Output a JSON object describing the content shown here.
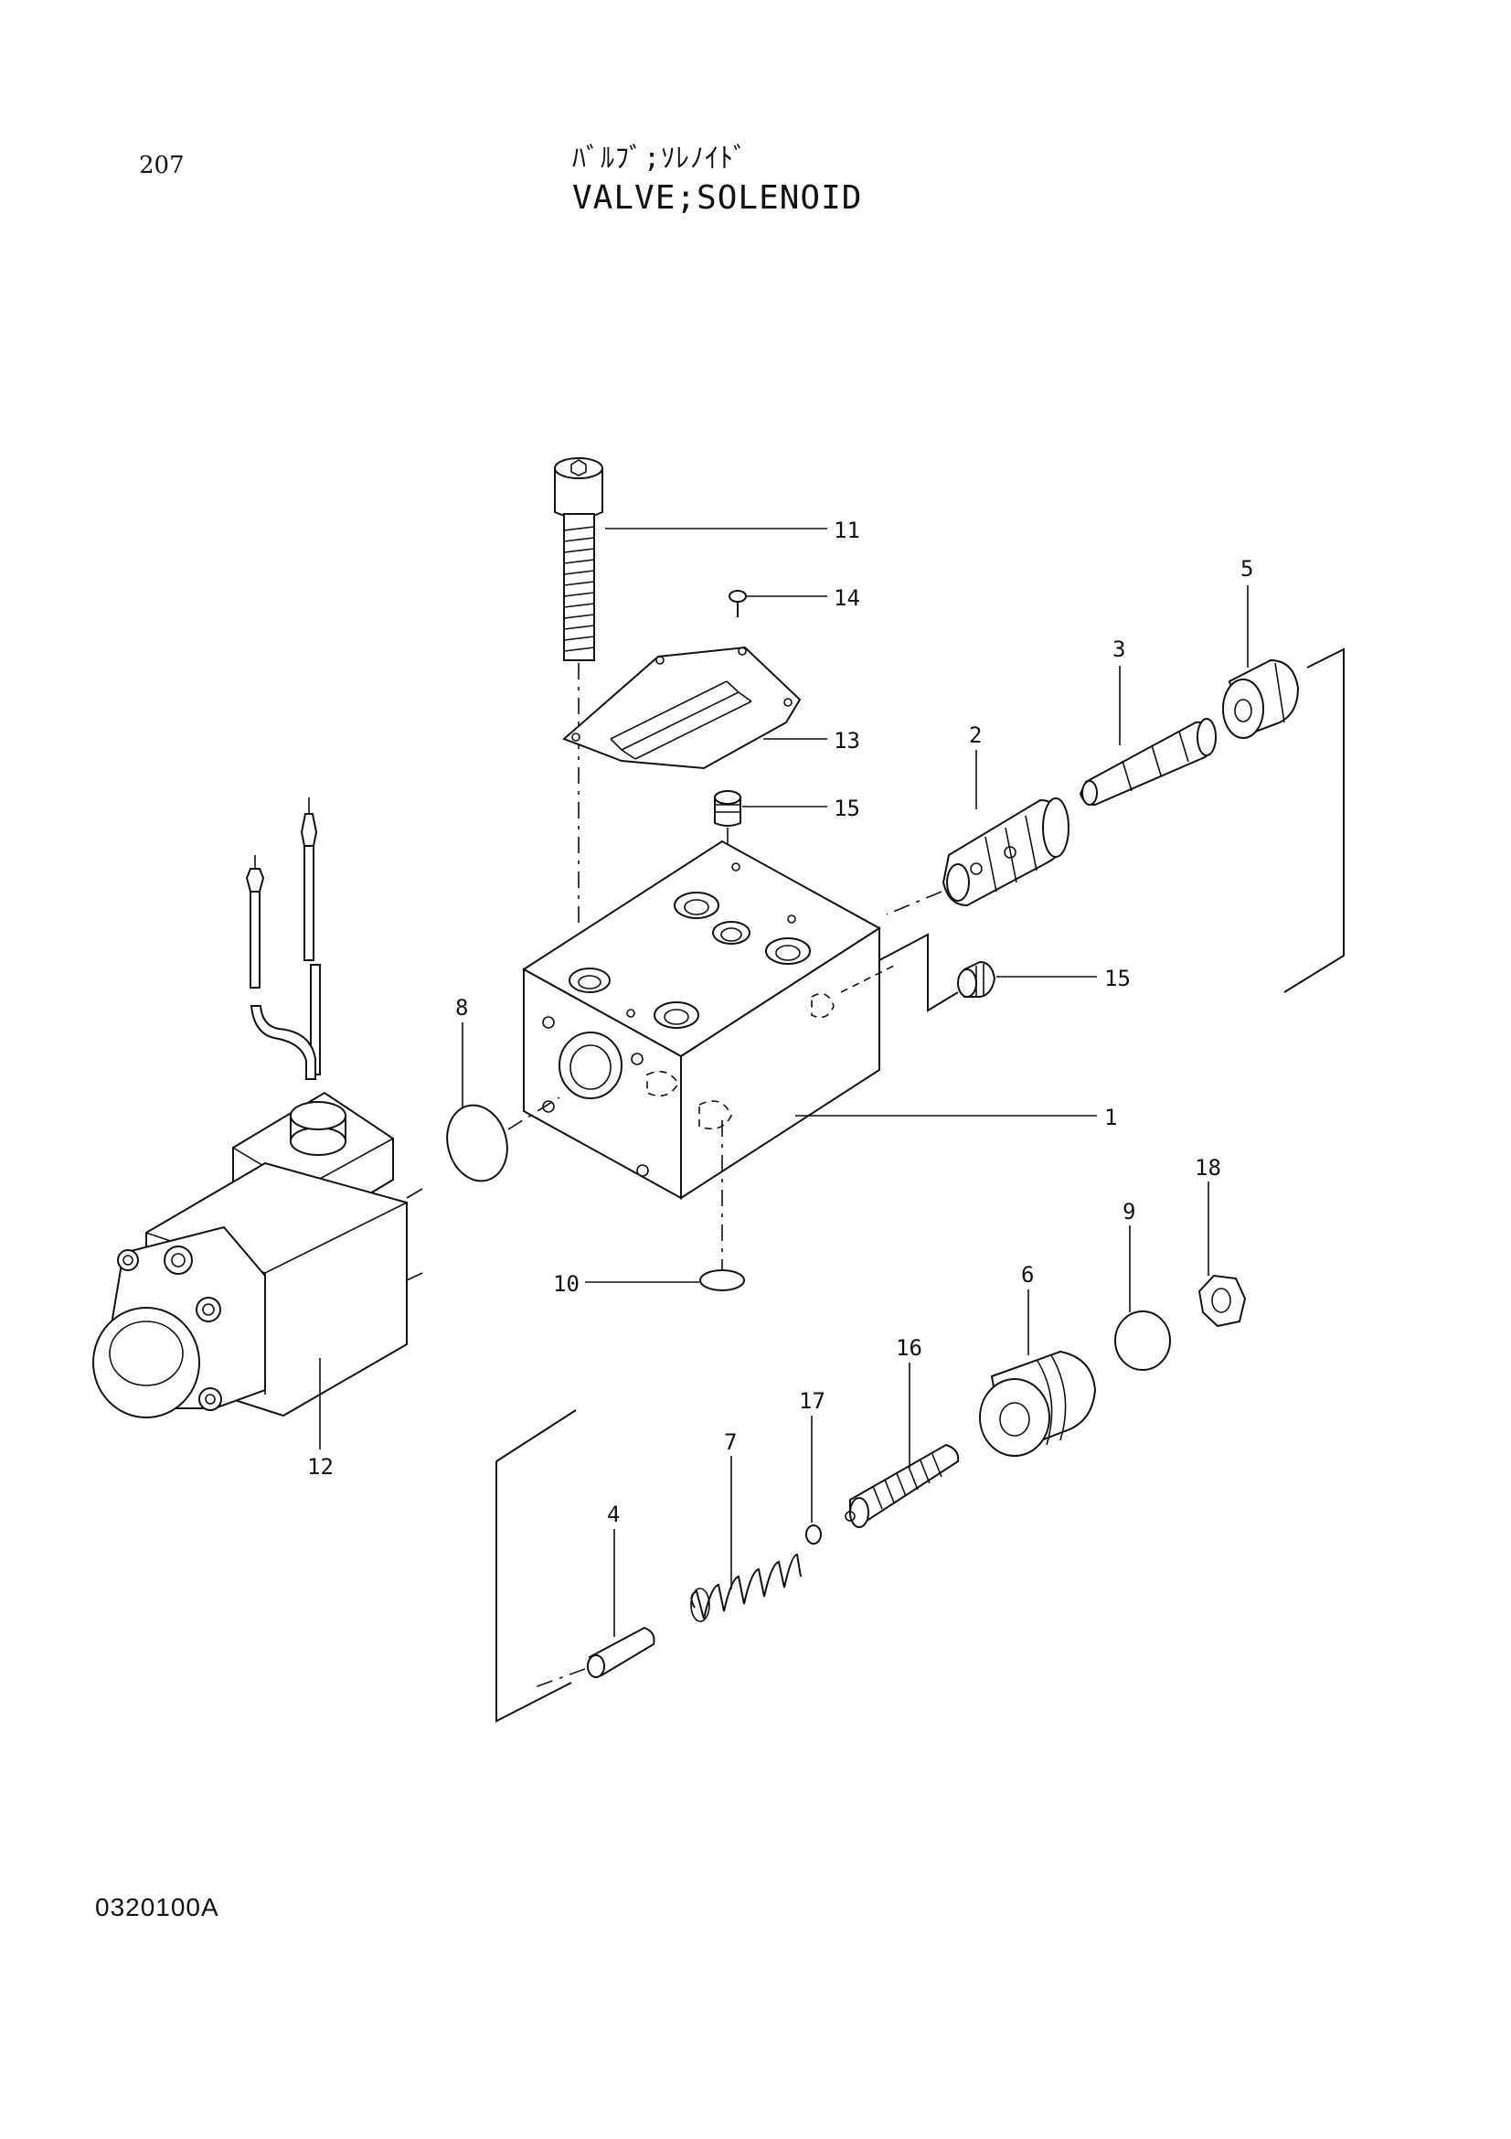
{
  "header": {
    "page_number": "207",
    "title_japanese": "ﾊﾞﾙﾌﾞ;ｿﾚﾉｲﾄﾞ",
    "title_english": "VALVE;SOLENOID"
  },
  "callouts": [
    "1",
    "2",
    "3",
    "4",
    "5",
    "6",
    "7",
    "8",
    "9",
    "10",
    "11",
    "12",
    "13",
    "14",
    "15",
    "15",
    "16",
    "17",
    "18"
  ],
  "footer": {
    "figure_code": "0320100A"
  }
}
